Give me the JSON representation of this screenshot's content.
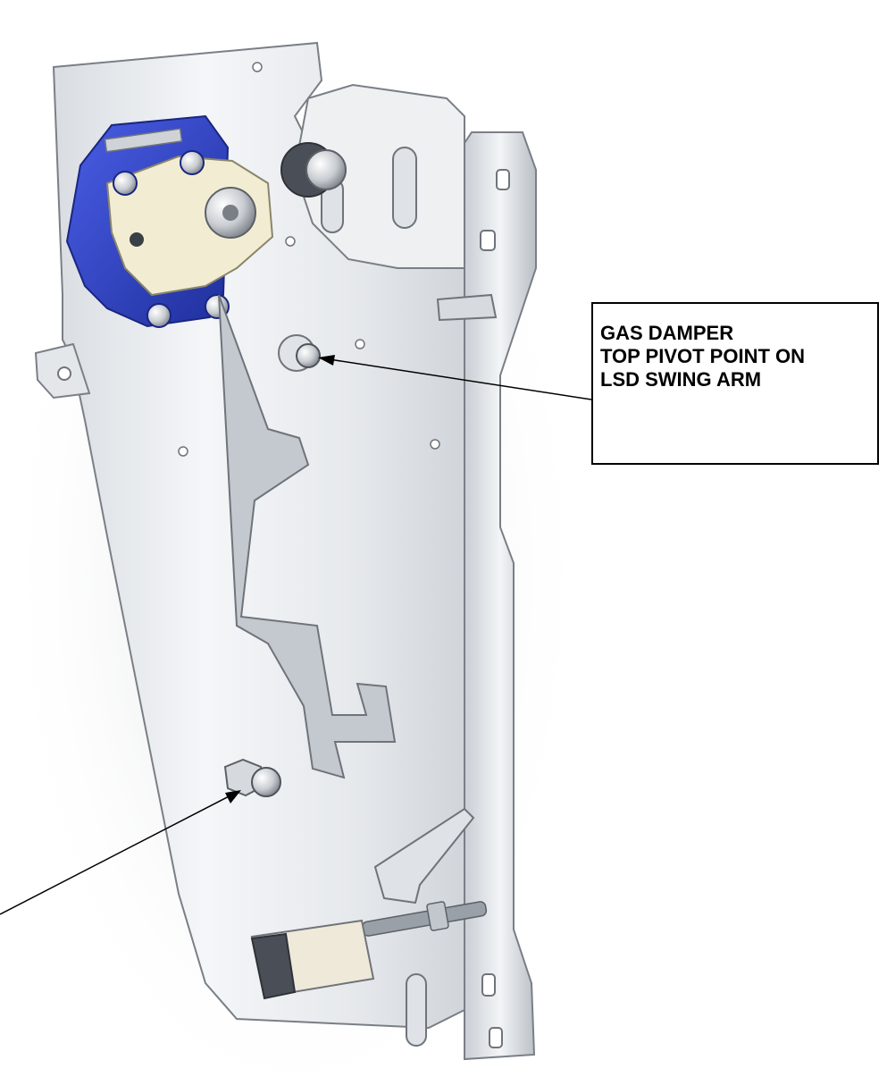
{
  "callout": {
    "lines": [
      "GAS DAMPER",
      "TOP PIVOT POINT ON",
      "LSD SWING ARM"
    ]
  },
  "colors": {
    "background": "#ffffff",
    "plate": "#e9ecef",
    "plate_edge": "#7a7f86",
    "bracket_blue": "#2f43c8",
    "cam_cream": "#f2edd2",
    "leader_line": "#000000"
  }
}
